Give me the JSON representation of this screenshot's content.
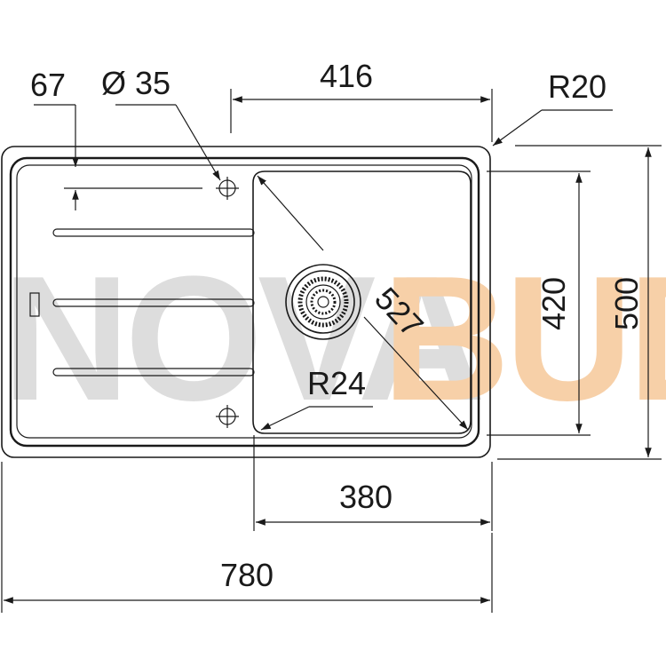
{
  "dimensions": {
    "tap_offset": "67",
    "tap_hole_diameter": "Ø 35",
    "bowl_width": "416",
    "corner_radius_outer": "R20",
    "bowl_depth": "420",
    "overall_depth": "500",
    "bowl_diagonal": "527",
    "corner_radius_bowl": "R24",
    "bowl_width_inner": "380",
    "overall_width": "780"
  },
  "watermark": {
    "text_left": "NOVA",
    "text_right": "BUD",
    "color_left": "#d8d8d8",
    "color_right": "#f6c89a"
  },
  "colors": {
    "line": "#1a1a1a",
    "background": "#ffffff"
  }
}
